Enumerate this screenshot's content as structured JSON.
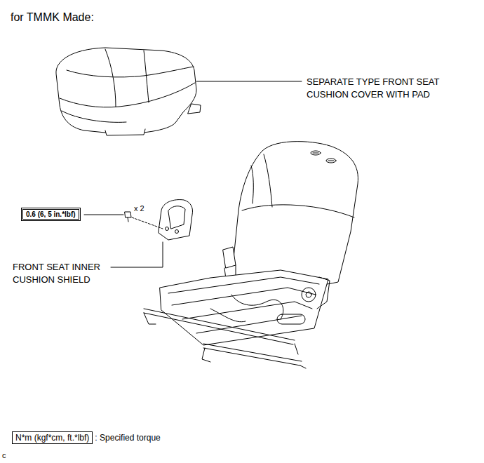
{
  "diagram": {
    "nodes": [
      {
        "text": [
          "0.6 (6, 5 in.*lbf)"
        ]
      },
      {
        "text": [
          "N*m (kgf*cm, ft.*lbf)"
        ]
      }
    ],
    "labels": [
      "for TMMK Made:",
      "SEPARATE TYPE FRONT SEAT CUSHION COVER WITH PAD",
      "x 2",
      "FRONT SEAT INNER CUSHION SHIELD",
      ": Specified torque",
      "c"
    ]
  }
}
